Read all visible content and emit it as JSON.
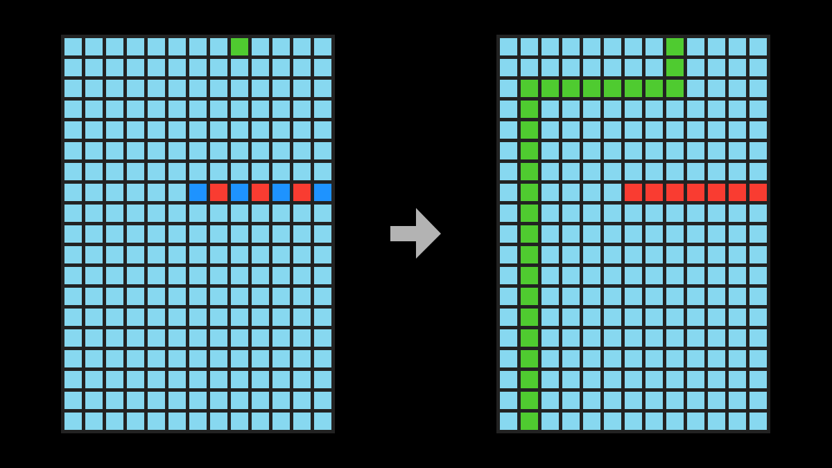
{
  "palette": {
    "0": "#87D8F0",
    "g": "#4FCB30",
    "r": "#F93C31",
    "b": "#1E93FF"
  },
  "border_color": "#222222",
  "arrow_color": "#B3B3B3",
  "input_grid": [
    "00000000g0000",
    "0000000000000",
    "0000000000000",
    "0000000000000",
    "0000000000000",
    "0000000000000",
    "0000000000000",
    "000000brbrbrb",
    "0000000000000",
    "0000000000000",
    "0000000000000",
    "0000000000000",
    "0000000000000",
    "0000000000000",
    "0000000000000",
    "0000000000000",
    "0000000000000",
    "0000000000000",
    "0000000000000"
  ],
  "output_grid": [
    "00000000g0000",
    "00000000g0000",
    "0gggggggg0000",
    "0g00000000000",
    "0g00000000000",
    "0g00000000000",
    "0g00000000000",
    "0g0000rrrrrrr",
    "0g00000000000",
    "0g00000000000",
    "0g00000000000",
    "0g00000000000",
    "0g00000000000",
    "0g00000000000",
    "0g00000000000",
    "0g00000000000",
    "0g00000000000",
    "0g00000000000",
    "0g00000000000"
  ]
}
